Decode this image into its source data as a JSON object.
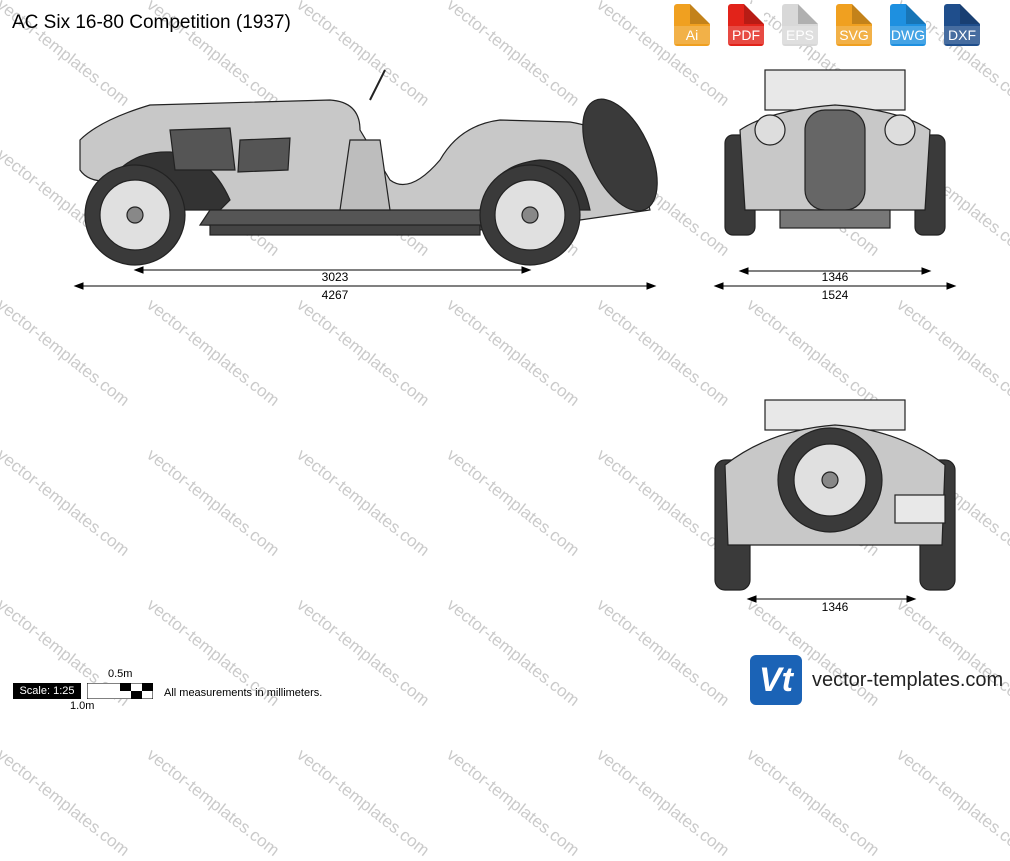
{
  "title": "AC Six 16-80 Competition (1937)",
  "formats": [
    {
      "label": "Ai",
      "color": "#f0a020",
      "icon": "ai-file-icon"
    },
    {
      "label": "PDF",
      "color": "#e2231a",
      "icon": "pdf-file-icon"
    },
    {
      "label": "EPS",
      "color": "#f0a020",
      "icon": "eps-file-icon"
    },
    {
      "label": "SVG",
      "color": "#f0a020",
      "icon": "svg-file-icon"
    },
    {
      "label": "DWG",
      "color": "#1e90e0",
      "icon": "dwg-file-icon"
    },
    {
      "label": "DXF",
      "color": "#1f4e8c",
      "icon": "dxf-file-icon"
    }
  ],
  "dimensions": {
    "wheelbase": "3023",
    "length": "4267",
    "front_track": "1346",
    "front_width": "1524",
    "rear_track": "1346"
  },
  "scale": {
    "label": "Scale: 1:25",
    "half_meter": "0.5m",
    "one_meter": "1.0m"
  },
  "note": "All measurements in millimeters.",
  "brand": {
    "logo": "Vt",
    "name": "vector-templates.com"
  },
  "watermark": "vector-templates.com",
  "colors": {
    "body": "#c8c8c8",
    "outline": "#222222",
    "dark": "#3a3a3a"
  }
}
